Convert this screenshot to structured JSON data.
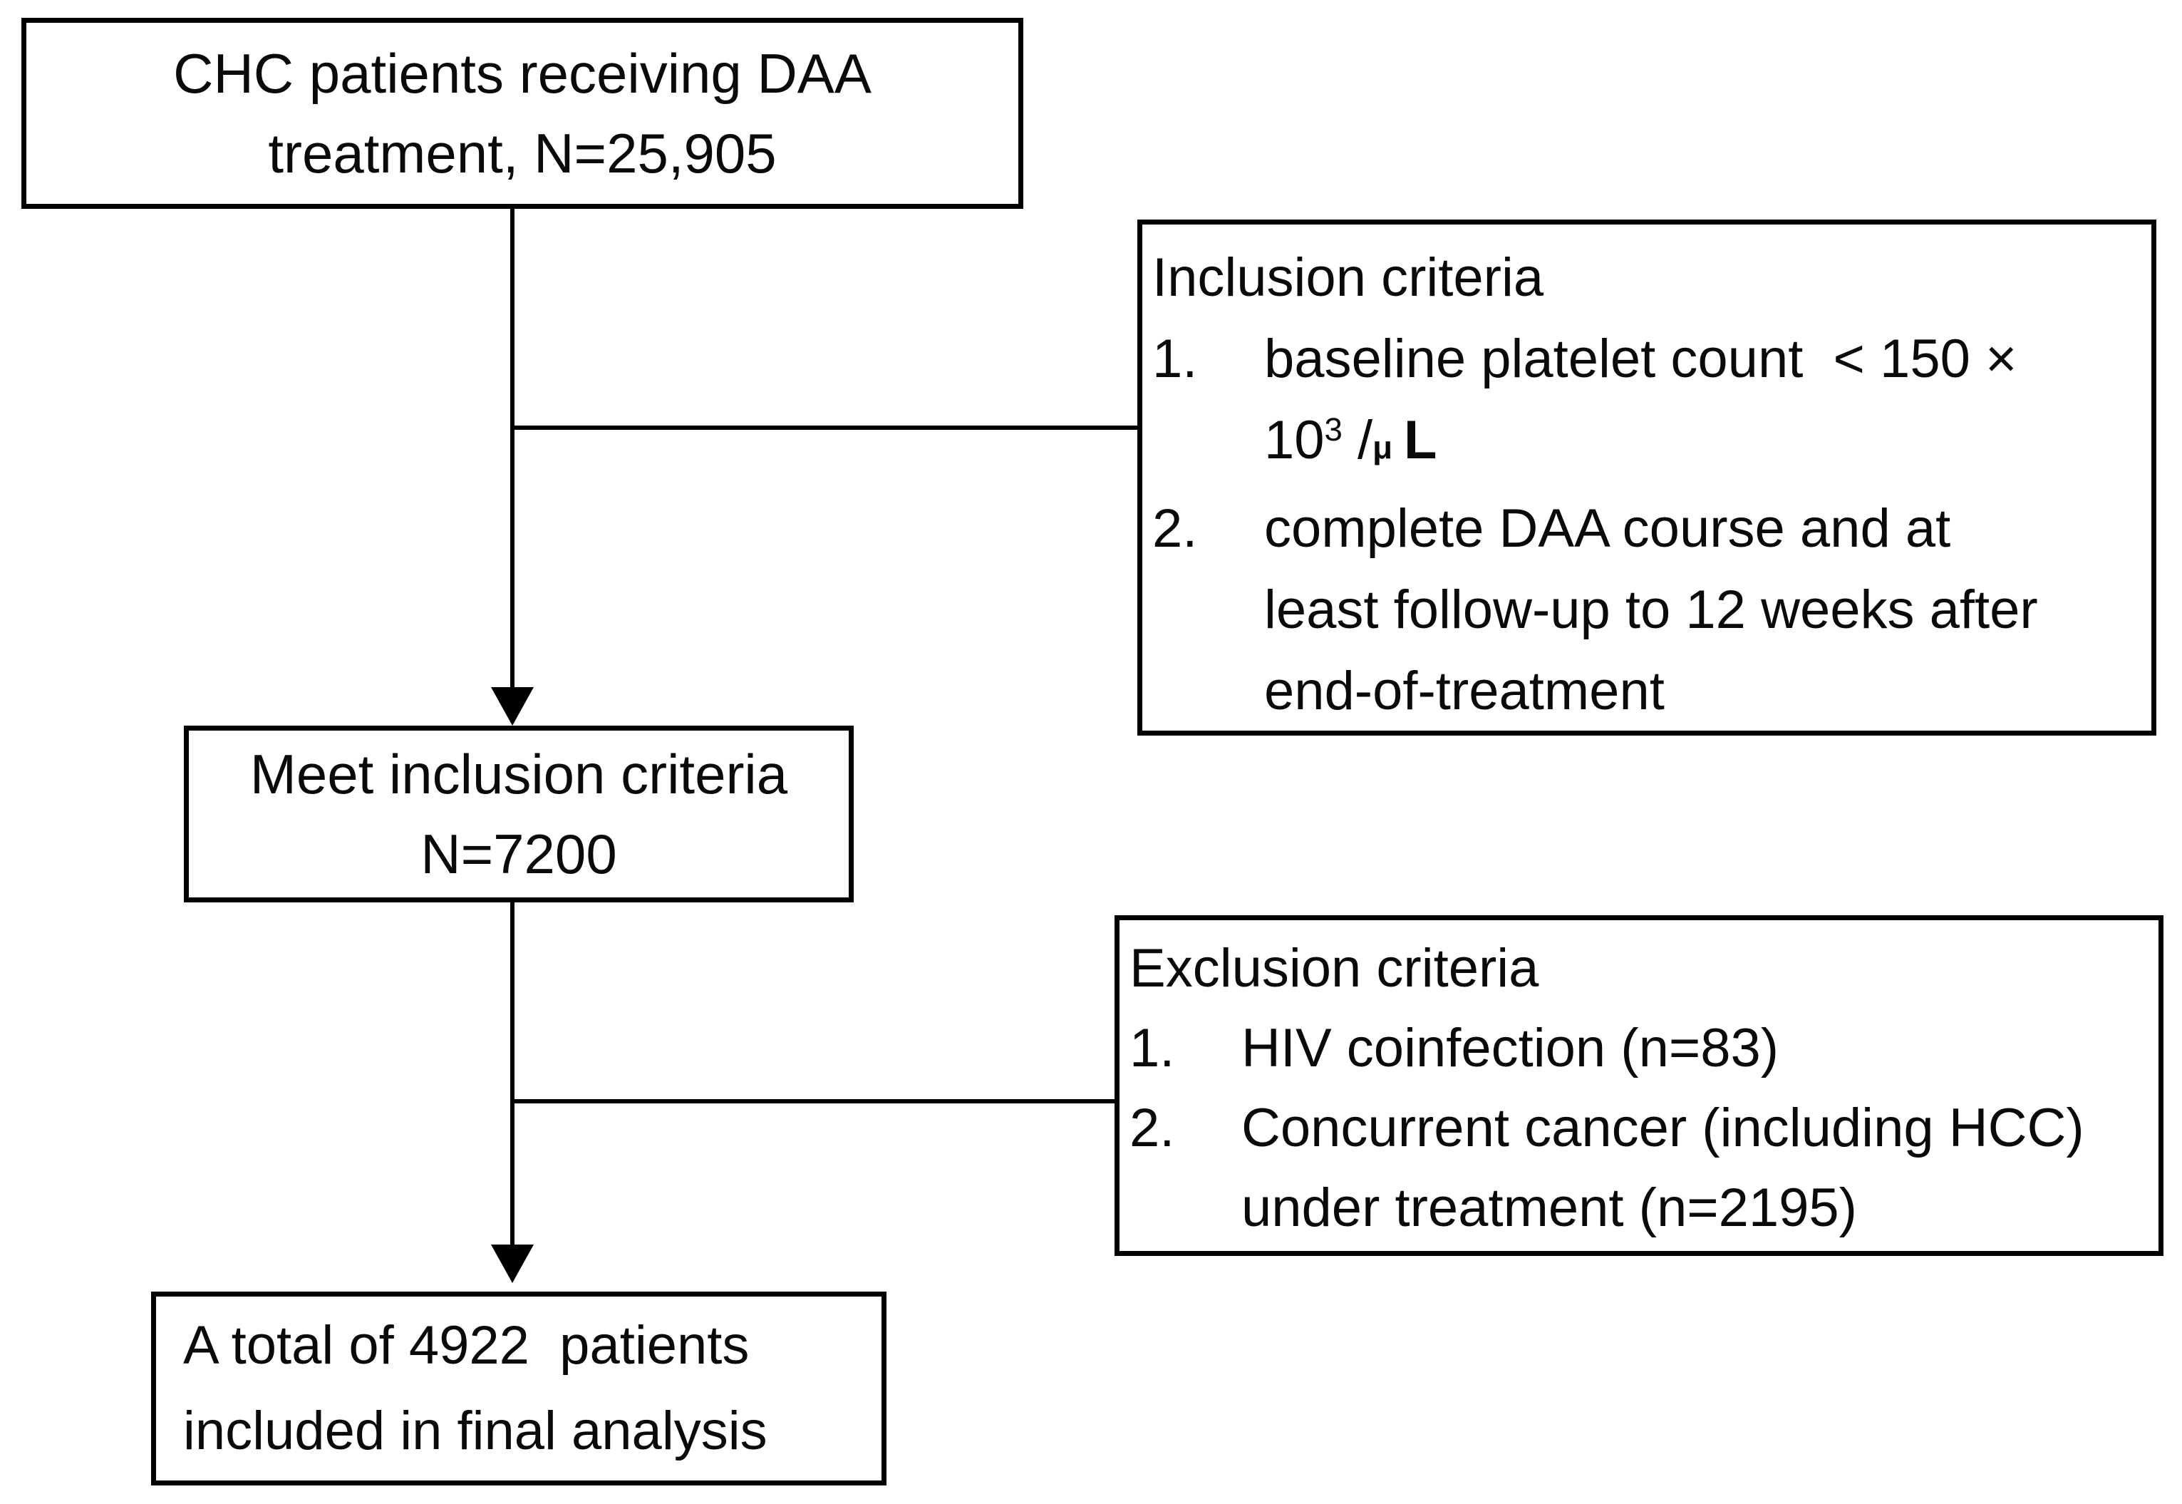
{
  "page": {
    "background_color": "#ffffff",
    "line_color": "#000000",
    "text_color": "#0a0a0a"
  },
  "flowchart": {
    "top_box": {
      "lines": [
        "CHC patients receiving DAA",
        "treatment, N=25,905"
      ]
    },
    "inclusion_box": {
      "title": "Inclusion criteria",
      "items": [
        {
          "number": "1.",
          "line1": "baseline platelet count  < 150 ×",
          "formula": {
            "base": "10",
            "superscript": "3",
            "slash": " /",
            "mu": "μ",
            "unit": "L"
          }
        },
        {
          "number": "2.",
          "lines": [
            "complete DAA course and at",
            "least follow-up to 12 weeks after",
            "end-of-treatment"
          ]
        }
      ]
    },
    "middle_box": {
      "lines": [
        "Meet inclusion criteria",
        "N=7200"
      ]
    },
    "exclusion_box": {
      "title": "Exclusion criteria",
      "items": [
        {
          "number": "1.",
          "lines": [
            "HIV coinfection (n=83)"
          ]
        },
        {
          "number": "2.",
          "lines": [
            "Concurrent cancer (including HCC)",
            "under treatment (n=2195)"
          ]
        }
      ]
    },
    "bottom_box": {
      "lines": [
        "A total of 4922  patients",
        "included in final analysis"
      ]
    }
  }
}
